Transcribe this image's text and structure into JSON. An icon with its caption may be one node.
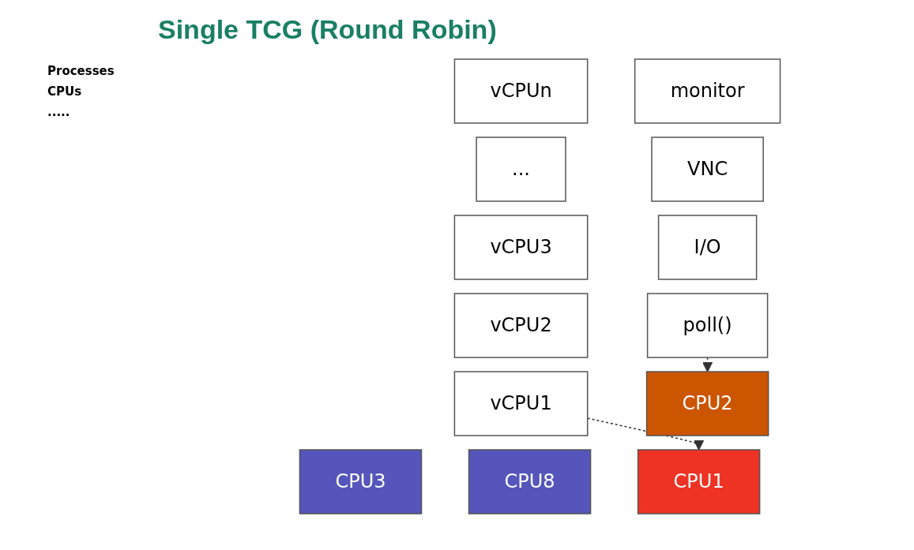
{
  "diagram": {
    "title": "Single TCG (Round Robin)",
    "nodes": [
      {
        "text": [
          "vCPUn"
        ]
      },
      {
        "text": [
          "..."
        ]
      },
      {
        "text": [
          "vCPU3"
        ]
      },
      {
        "text": [
          "vCPU2"
        ]
      },
      {
        "text": [
          "vCPU1"
        ]
      },
      {
        "text": [
          "monitor"
        ]
      },
      {
        "text": [
          "VNC"
        ]
      },
      {
        "text": [
          "I/O"
        ]
      },
      {
        "text": [
          "poll()"
        ]
      },
      {
        "text": [
          "CPU1"
        ]
      },
      {
        "text": [
          "CPU2"
        ]
      },
      {
        "text": [
          "CPU3"
        ]
      },
      {
        "text": [
          "CPU8"
        ]
      }
    ],
    "edges": [
      {
        "from": 4,
        "to": 9,
        "arrow": "to",
        "style": "dashed"
      },
      {
        "from": 8,
        "to": 10,
        "arrow": "to",
        "style": "dashed"
      }
    ],
    "labels": [
      "Processes",
      "CPUs",
      "....."
    ]
  }
}
